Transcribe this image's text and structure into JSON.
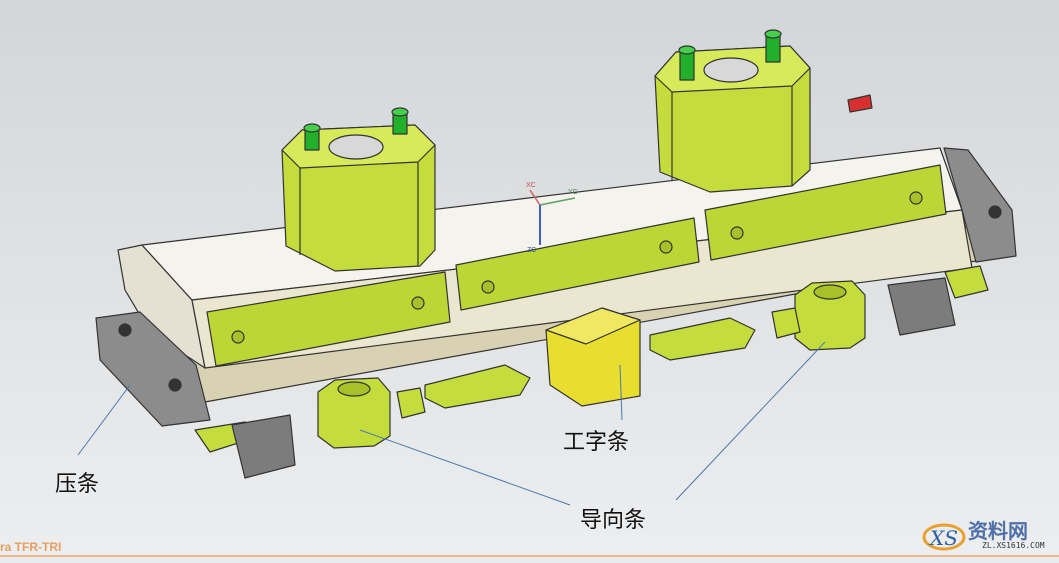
{
  "viewport": {
    "triad": {
      "x_label": "XC",
      "y_label": "YC",
      "z_label": "ZC"
    },
    "annotations": {
      "clamp_bar": "压条",
      "i_bar": "工字条",
      "guide_bar": "导向条"
    }
  },
  "status_bar": {
    "text": "ra TFR-TRI"
  },
  "watermark": {
    "title": "资料网",
    "url": "ZL.XS1616.COM",
    "logo": "XS"
  },
  "colors": {
    "part_green": "#c4dc3c",
    "pin_green": "#22b02a",
    "i_bar_yellow": "#e8de30",
    "clamp_gray": "#8c8c8c",
    "leader_line": "#4a78b0",
    "status_orange": "#e6a060"
  }
}
